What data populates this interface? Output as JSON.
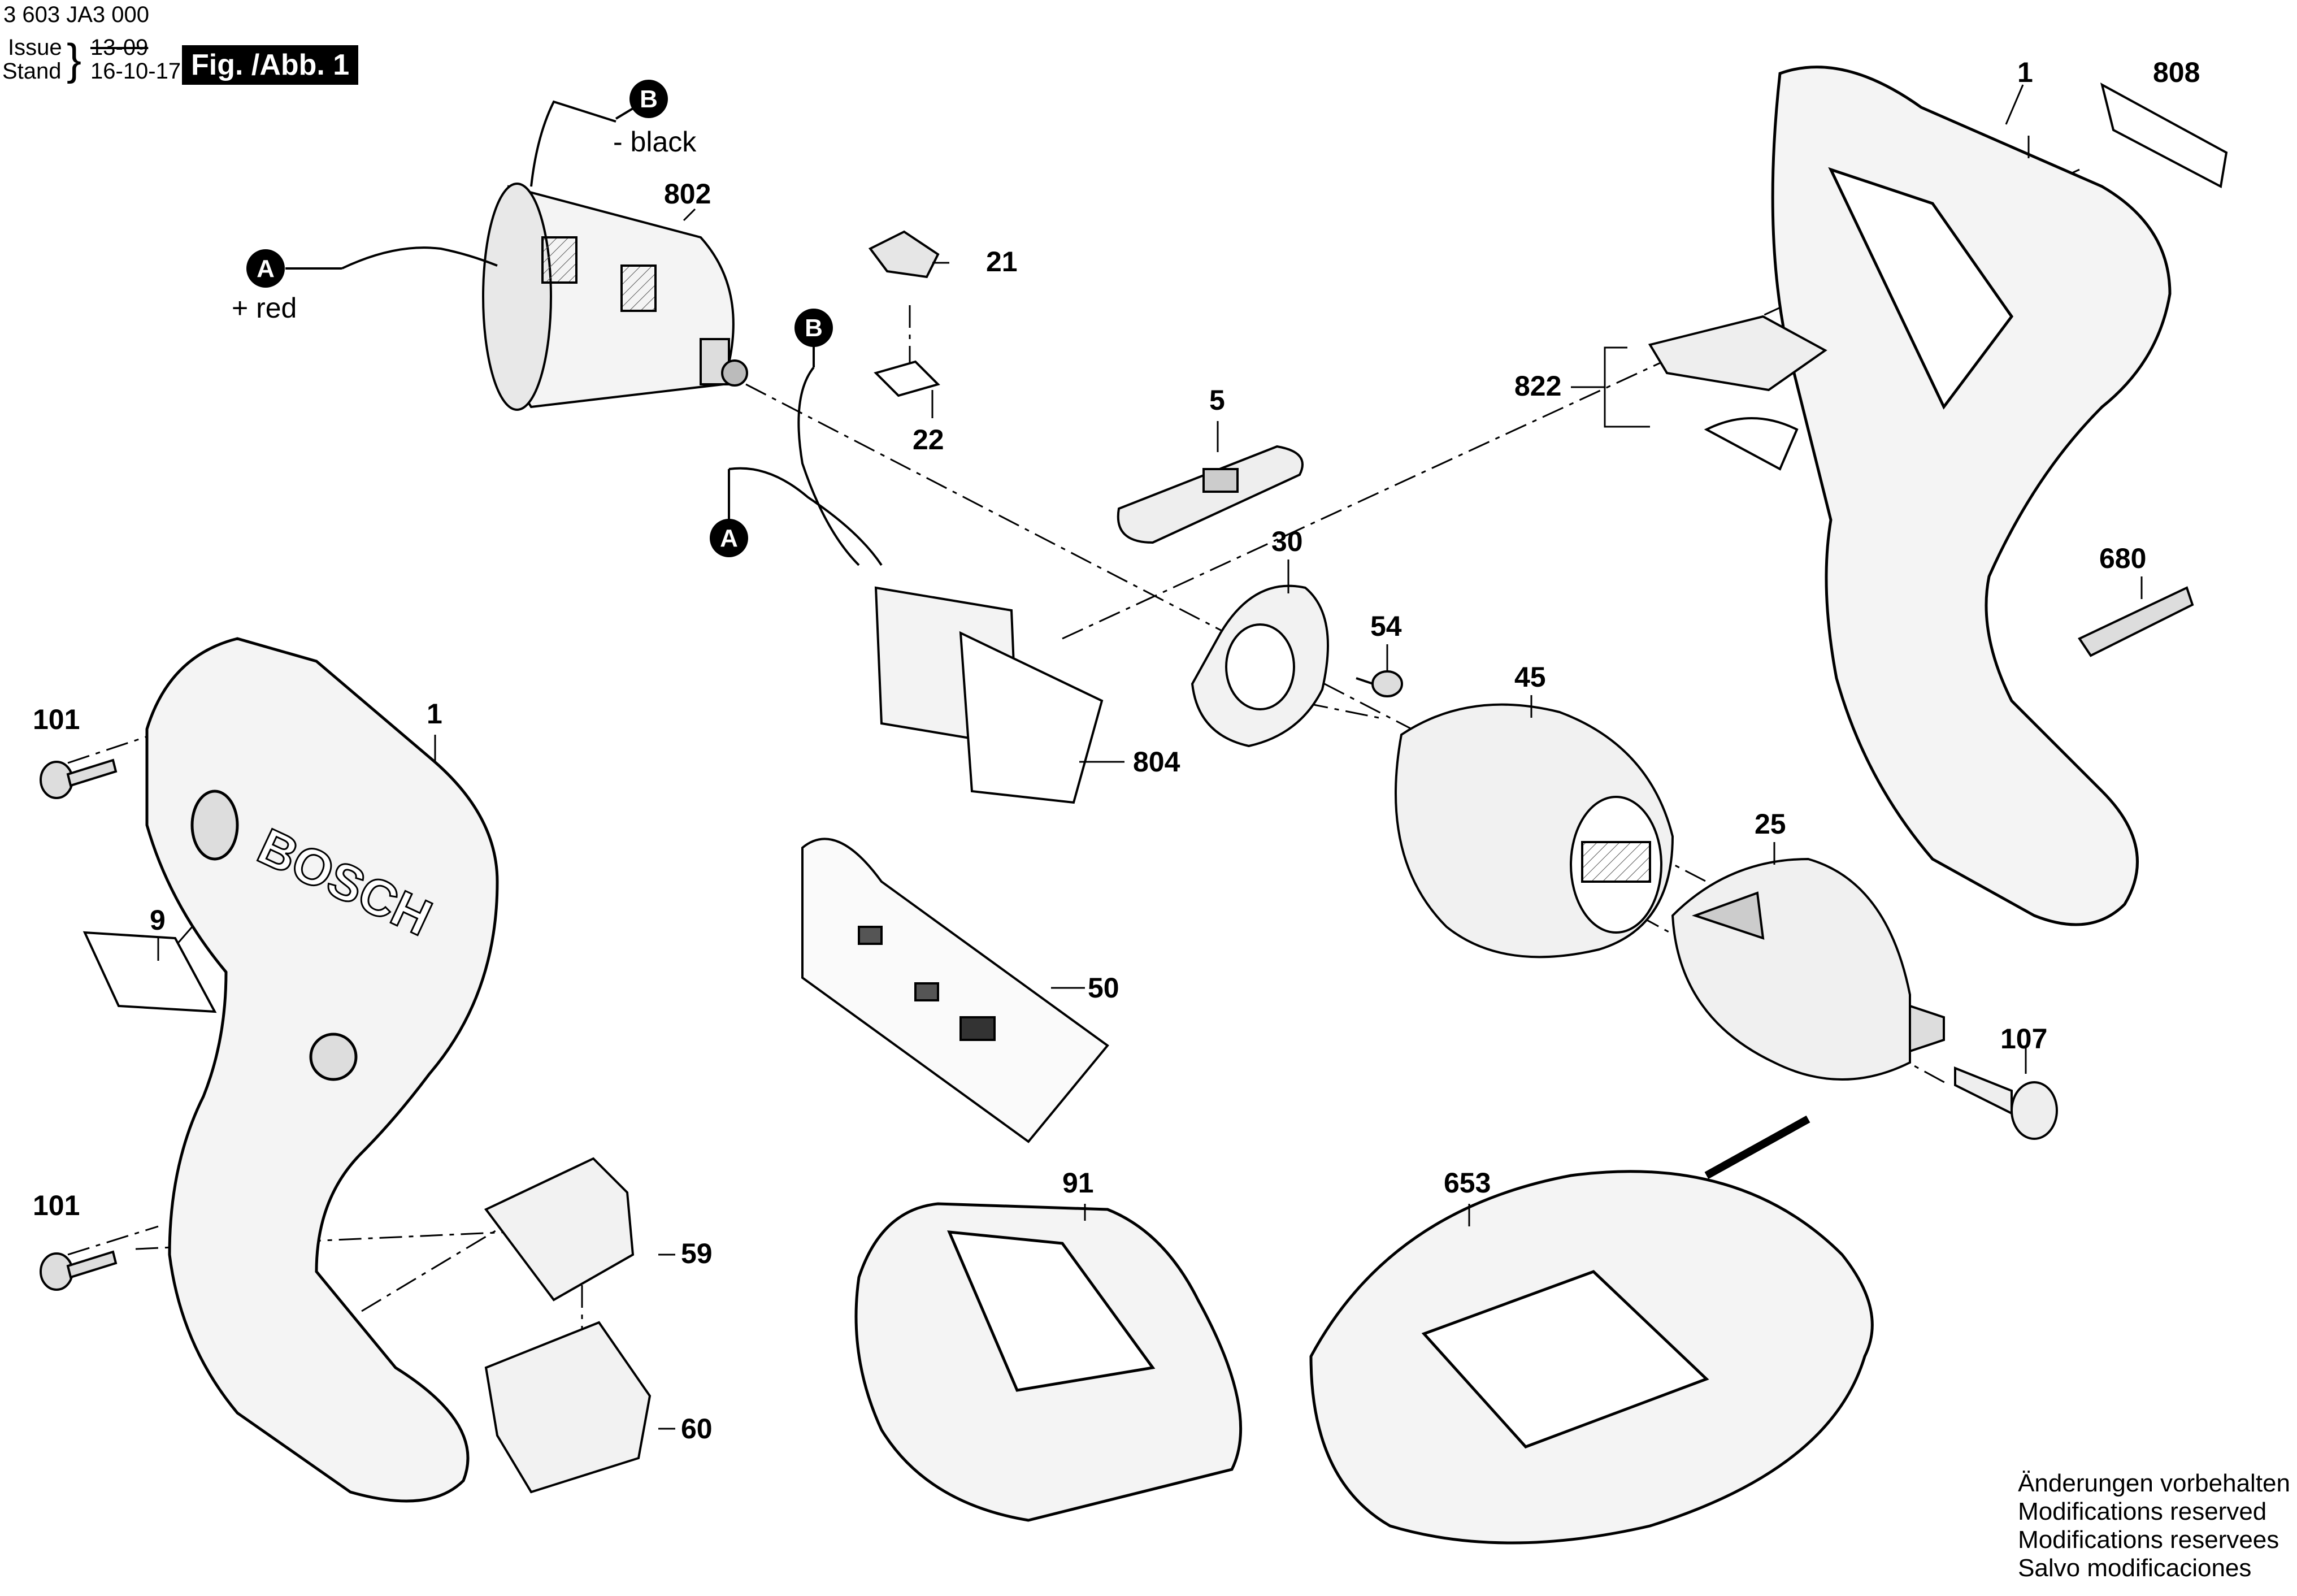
{
  "header": {
    "doc_number": "3 603 JA3 000",
    "issue_label": "Issue",
    "stand_label": "Stand",
    "issue_old": "13-09",
    "issue_date": "16-10-17",
    "figure": "Fig. /Abb. 1"
  },
  "wires": {
    "B_label": "B",
    "B_text": "- black",
    "A_label": "A",
    "A_text": "+ red"
  },
  "parts": {
    "p1a": "1",
    "p1b": "1",
    "p5": "5",
    "p9": "9",
    "p21": "21",
    "p22": "22",
    "p25": "25",
    "p30": "30",
    "p45": "45",
    "p50": "50",
    "p54": "54",
    "p59": "59",
    "p60": "60",
    "p91": "91",
    "p101a": "101",
    "p101b": "101",
    "p107": "107",
    "p653": "653",
    "p680": "680",
    "p802": "802",
    "p804": "804",
    "p808": "808",
    "p822": "822"
  },
  "notes": [
    "Änderungen vorbehalten",
    "Modifications reserved",
    "Modifications reservees",
    "Salvo modificaciones"
  ],
  "decor": {
    "housing_logo": "BOSCH"
  }
}
